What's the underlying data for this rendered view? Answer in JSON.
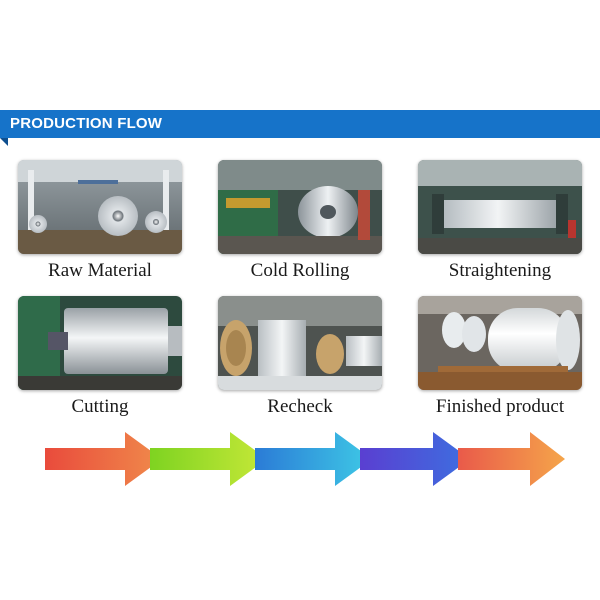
{
  "banner": {
    "title": "PRODUCTION FLOW"
  },
  "steps": [
    {
      "label": "Raw Material"
    },
    {
      "label": "Cold Rolling"
    },
    {
      "label": "Straightening"
    },
    {
      "label": "Cutting"
    },
    {
      "label": "Recheck"
    },
    {
      "label": "Finished product"
    }
  ],
  "colors": {
    "banner": "#1673c9",
    "arrow_1": [
      "#e94b3c",
      "#f08a4b"
    ],
    "arrow_2": [
      "#7ed321",
      "#c6e838"
    ],
    "arrow_3": [
      "#2b7bd6",
      "#3ec9e6"
    ],
    "arrow_4": [
      "#5a3fd1",
      "#3d6fe0"
    ],
    "arrow_5": [
      "#e95a4a",
      "#f5a54a"
    ]
  }
}
